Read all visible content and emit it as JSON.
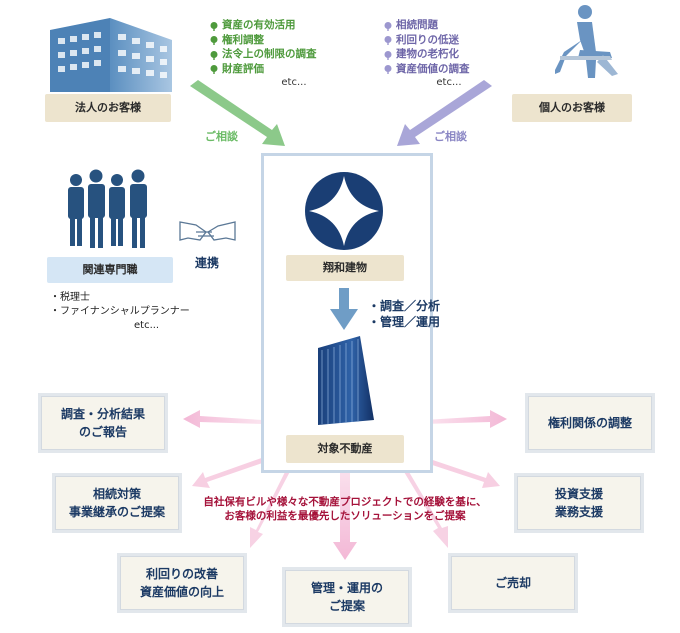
{
  "corporate": {
    "label": "法人のお客様",
    "bullets": [
      "資産の有効活用",
      "権利調整",
      "法令上の制限の調査",
      "財産評価"
    ],
    "etc": "etc...",
    "consult": "ご相談",
    "color": "#4e9a3c"
  },
  "individual": {
    "label": "個人のお客様",
    "bullets": [
      "相続問題",
      "利回りの低迷",
      "建物の老朽化",
      "資産価値の調査"
    ],
    "etc": "etc...",
    "consult": "ご相談",
    "color": "#6e66a8"
  },
  "experts": {
    "label": "関連専門職",
    "items": [
      "・税理士",
      "・ファイナンシャルプランナー"
    ],
    "etc": "etc...",
    "link": "連携"
  },
  "company": {
    "name": "翔和建物",
    "actions": [
      "・調査／分析",
      "・管理／運用"
    ]
  },
  "property": {
    "label": "対象不動産"
  },
  "message": {
    "line1": "自社保有ビルや様々な不動産プロジェクトでの経験を基に、",
    "line2": "お客様の利益を最優先したソリューションをご提案"
  },
  "outcomes": {
    "report": "調査・分析結果\nのご報告",
    "rights": "権利関係の調整",
    "inheritance": "相続対策\n事業継承のご提案",
    "investment": "投資支援\n業務支援",
    "yield": "利回りの改善\n資産価値の向上",
    "management": "管理・運用の\nご提案",
    "sale": "ご売却"
  },
  "colors": {
    "navy": "#1c3a64",
    "frame": "#c5d5e6",
    "pink_arrow": "#f3b8d6",
    "message": "#a5123a"
  }
}
